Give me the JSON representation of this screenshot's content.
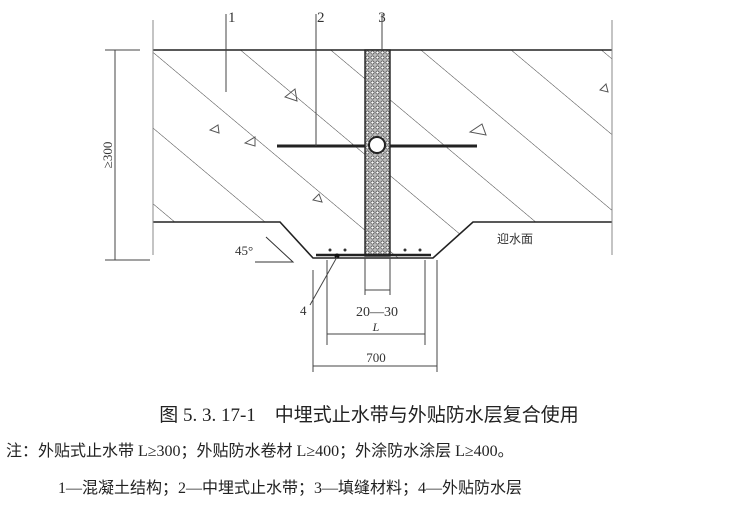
{
  "drawing": {
    "callouts": [
      "1",
      "2",
      "3",
      "4"
    ],
    "height_dimension": "≥300",
    "angle": "45°",
    "water_side_label": "迎水面",
    "gap_dimension": "20—30",
    "length_label": "L",
    "width_dimension": "700"
  },
  "caption": "图 5. 3. 17-1　中埋式止水带与外贴防水层复合使用",
  "note": "注：外贴式止水带 L≥300；外贴防水卷材 L≥400；外涂防水涂层 L≥400。",
  "legend": "1—混凝土结构；2—中埋式止水带；3—填缝材料；4—外贴防水层"
}
